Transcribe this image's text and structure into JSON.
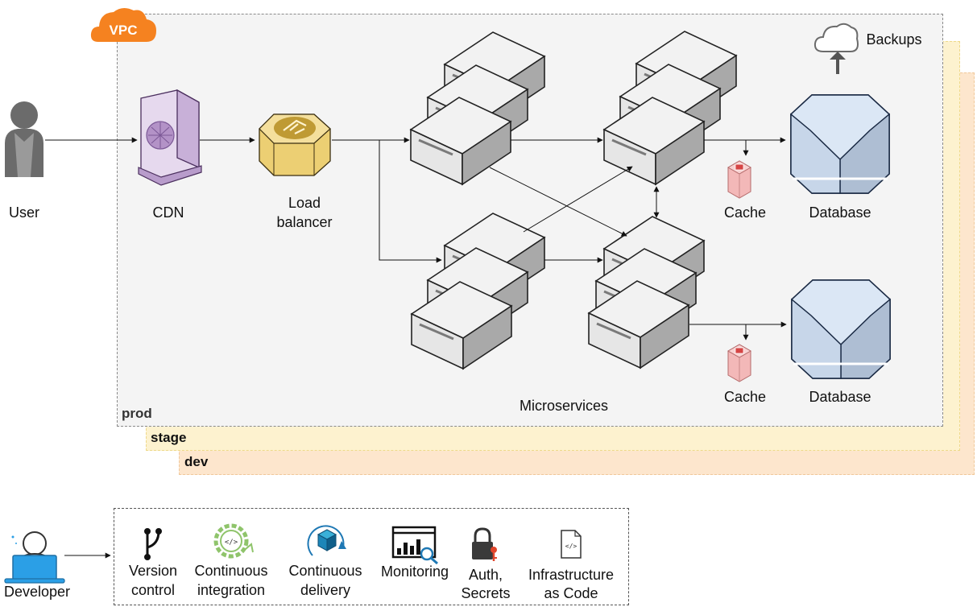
{
  "vpc": {
    "badge": "VPC"
  },
  "environments": {
    "prod": "prod",
    "stage": "stage",
    "dev": "dev"
  },
  "nodes": {
    "user": "User",
    "cdn": "CDN",
    "load_balancer_line1": "Load",
    "load_balancer_line2": "balancer",
    "microservices": "Microservices",
    "cache_top": "Cache",
    "cache_bottom": "Cache",
    "database_top": "Database",
    "database_bottom": "Database",
    "backups": "Backups"
  },
  "developer": {
    "label": "Developer",
    "tools": [
      {
        "line1": "Version",
        "line2": "control",
        "icon": "branch-icon"
      },
      {
        "line1": "Continuous",
        "line2": "integration",
        "icon": "gear-code-icon"
      },
      {
        "line1": "Continuous",
        "line2": "delivery",
        "icon": "package-cycle-icon"
      },
      {
        "line1": "Monitoring",
        "line2": "",
        "icon": "monitor-chart-icon"
      },
      {
        "line1": "Auth,",
        "line2": "Secrets",
        "icon": "padlock-key-icon"
      },
      {
        "line1": "Infrastructure",
        "line2": "as Code",
        "icon": "code-file-icon"
      }
    ]
  },
  "colors": {
    "vpc_orange": "#f58220",
    "prod_bg": "#f4f4f4",
    "stage_bg": "#fdf2cf",
    "dev_bg": "#fde6cd",
    "database_blue": "#c9dcf2",
    "cache_pink": "#f3b8b8",
    "lb_gold": "#e8c96a",
    "cdn_purple": "#d9c5e3"
  }
}
